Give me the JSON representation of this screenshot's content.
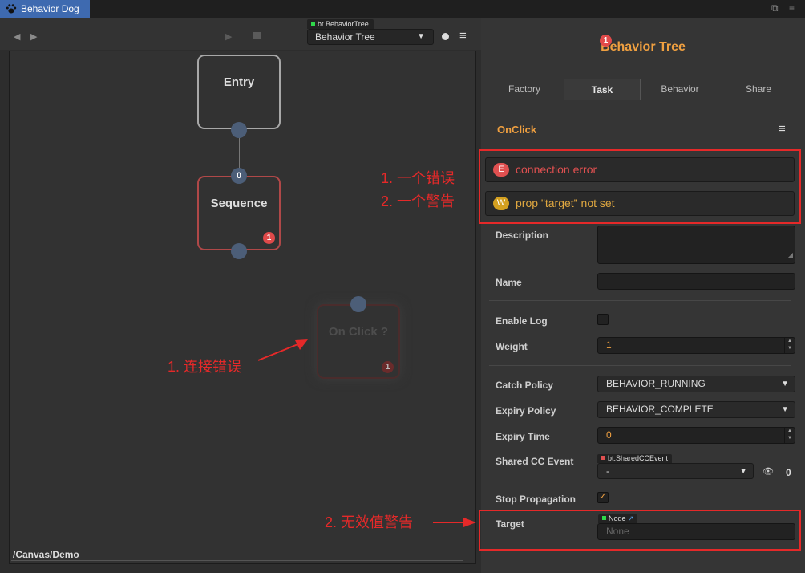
{
  "window": {
    "title": "Behavior Dog"
  },
  "toolbar": {
    "tree_type": "bt.BehaviorTree",
    "tree_select": "Behavior Tree"
  },
  "canvas": {
    "path": "/Canvas/Demo",
    "nodes": {
      "entry": {
        "label": "Entry"
      },
      "sequence": {
        "label": "Sequence",
        "port_index": "0",
        "badge": "1"
      },
      "onclick": {
        "label": "On Click ?",
        "badge": "1"
      }
    }
  },
  "inspector": {
    "title": "Behavior Tree",
    "title_badge": "1",
    "tabs": [
      "Factory",
      "Task",
      "Behavior",
      "Share"
    ],
    "active_tab": "Task",
    "section": "OnClick",
    "messages": [
      {
        "icon": "E",
        "text": "connection error",
        "color": "#e05050"
      },
      {
        "icon": "W",
        "text": "prop \"target\" not set",
        "color": "#d4a020"
      }
    ],
    "fields": {
      "description_label": "Description",
      "name_label": "Name",
      "enable_log_label": "Enable Log",
      "weight_label": "Weight",
      "weight_value": "1",
      "catch_policy_label": "Catch Policy",
      "catch_policy_value": "BEHAVIOR_RUNNING",
      "expiry_policy_label": "Expiry Policy",
      "expiry_policy_value": "BEHAVIOR_COMPLETE",
      "expiry_time_label": "Expiry Time",
      "expiry_time_value": "0",
      "shared_event_label": "Shared CC Event",
      "shared_event_type": "bt.SharedCCEvent",
      "shared_event_value": "-",
      "shared_event_count": "0",
      "stop_propagation_label": "Stop Propagation",
      "target_label": "Target",
      "target_type": "Node",
      "target_value": "None"
    }
  },
  "annotations": {
    "error": "1. 一个错误",
    "warning": "2. 一个警告",
    "connection_error": "1. 连接错误",
    "invalid_warning": "2. 无效值警告"
  },
  "colors": {
    "accent": "#f0a040",
    "annotation": "#e52929",
    "tab_bar": "#3e6ab0"
  }
}
